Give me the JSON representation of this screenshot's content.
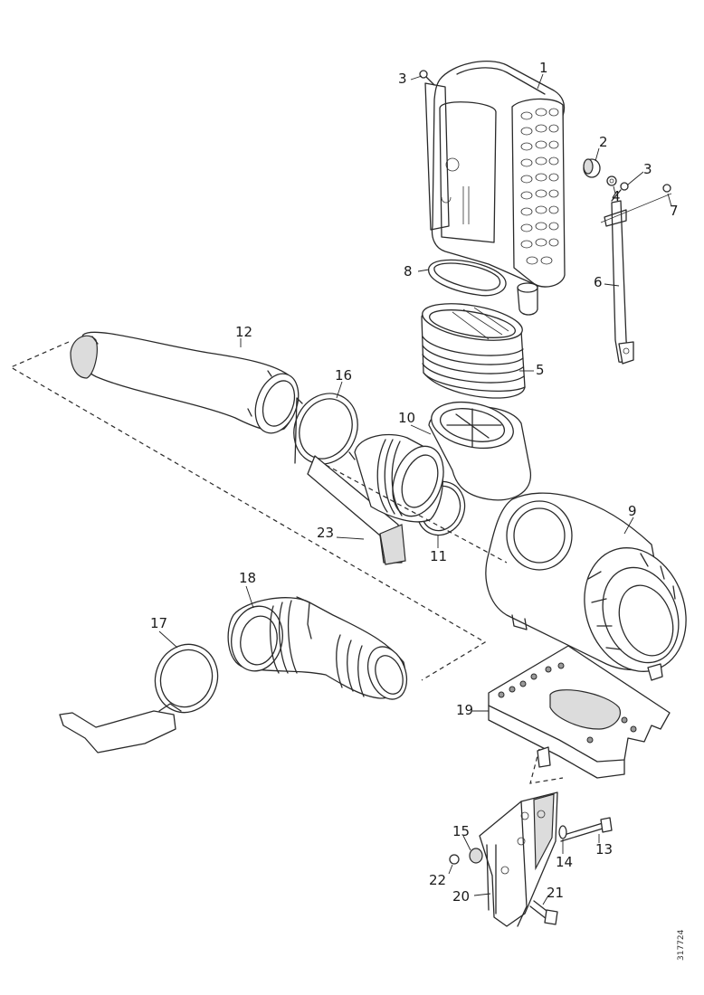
{
  "diagram": {
    "document_id": "317724",
    "callouts": {
      "c1": "1",
      "c2": "2",
      "c3a": "3",
      "c3b": "3",
      "c4": "4",
      "c5": "5",
      "c6": "6",
      "c7": "7",
      "c8": "8",
      "c9": "9",
      "c10": "10",
      "c11": "11",
      "c12": "12",
      "c13": "13",
      "c14": "14",
      "c15": "15",
      "c16": "16",
      "c17": "17",
      "c18": "18",
      "c19": "19",
      "c20": "20",
      "c21": "21",
      "c22": "22",
      "c23": "23"
    }
  }
}
